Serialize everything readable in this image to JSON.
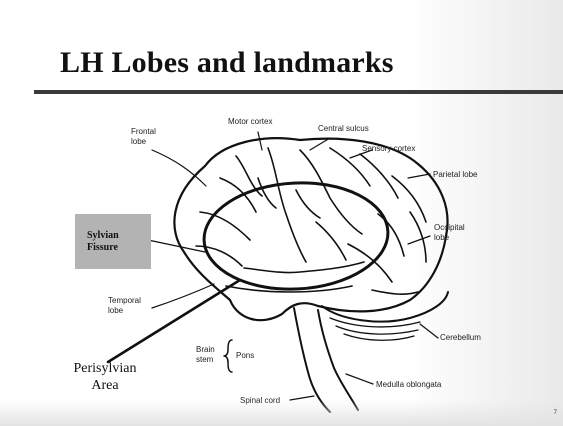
{
  "slide": {
    "title": "LH Lobes and landmarks",
    "page_number": "7",
    "callouts": {
      "sylvian_fissure": [
        "Sylvian",
        "Fissure"
      ],
      "perisylvian_area": [
        "Perisylvian",
        "Area"
      ]
    }
  },
  "figure": {
    "labels": {
      "frontal_lobe": [
        "Frontal",
        "lobe"
      ],
      "motor_cortex": "Motor cortex",
      "central_sulcus": "Central sulcus",
      "sensory_cortex": "Sensory cortex",
      "parietal_lobe": "Parietal lobe",
      "occipital_lobe": [
        "Occipital",
        "lobe"
      ],
      "temporal_lobe": [
        "Temporal",
        "lobe"
      ],
      "cerebellum": "Cerebellum",
      "brain_stem": [
        "Brain",
        "stem"
      ],
      "pons": "Pons",
      "medulla_oblongata": "Medulla oblongata",
      "spinal_cord": "Spinal cord"
    }
  }
}
